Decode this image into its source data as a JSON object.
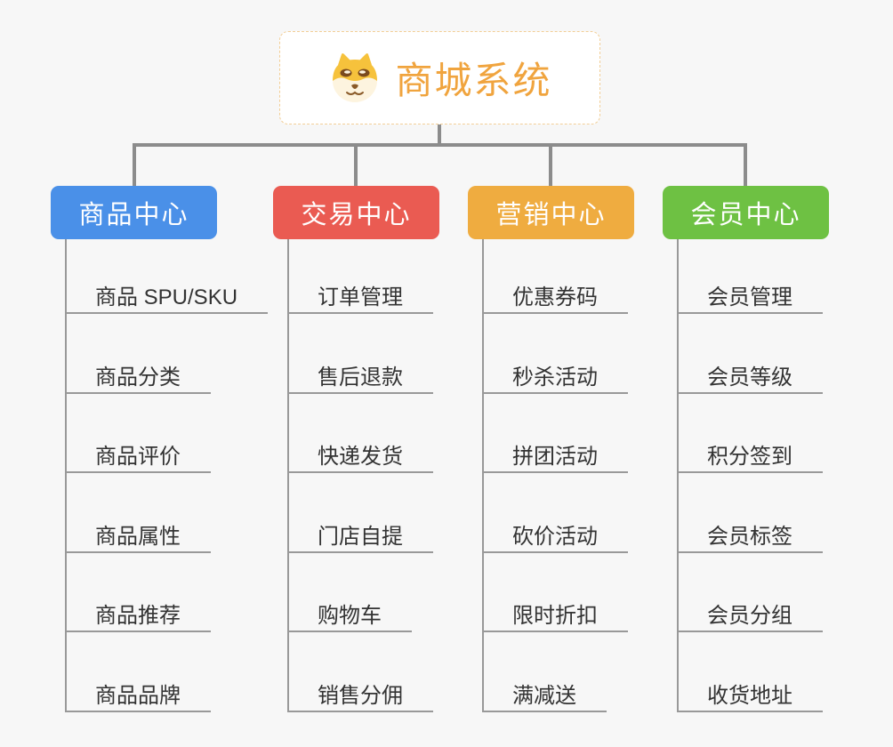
{
  "canvas": {
    "background_color": "#F7F7F7",
    "connector_color": "#8C8C8C",
    "leaf_line_color": "#999999",
    "leaf_text_color": "#333333"
  },
  "root": {
    "title": "商城系统",
    "icon": "dog-face-icon",
    "text_color": "#F0A43E",
    "border_color": "#F2CE96",
    "background_color": "#FFFFFF"
  },
  "branches": [
    {
      "label": "商品中心",
      "color": "#4A90E8",
      "children": [
        "商品 SPU/SKU",
        "商品分类",
        "商品评价",
        "商品属性",
        "商品推荐",
        "商品品牌"
      ]
    },
    {
      "label": "交易中心",
      "color": "#EA5B52",
      "children": [
        "订单管理",
        "售后退款",
        "快递发货",
        "门店自提",
        "购物车",
        "销售分佣"
      ]
    },
    {
      "label": "营销中心",
      "color": "#EFAC40",
      "children": [
        "优惠券码",
        "秒杀活动",
        "拼团活动",
        "砍价活动",
        "限时折扣",
        "满减送"
      ]
    },
    {
      "label": "会员中心",
      "color": "#6EC143",
      "children": [
        "会员管理",
        "会员等级",
        "积分签到",
        "会员标签",
        "会员分组",
        "收货地址"
      ]
    }
  ]
}
